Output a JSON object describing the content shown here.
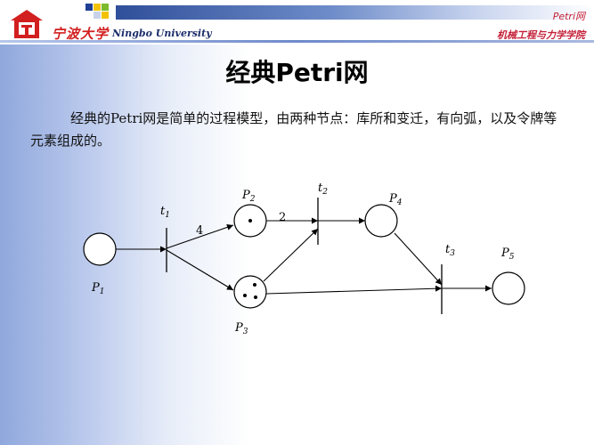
{
  "header": {
    "university_cn": "宁波大学",
    "university_en": "Ningbo University",
    "corner_title": "Petri网",
    "department": "机械工程与力学学院",
    "colors": {
      "band_dark": "#2f4f9a",
      "accent_red": "#c4223a",
      "logo_red": "#d21f1f"
    }
  },
  "slide": {
    "title": "经典Petri网",
    "paragraph": "经典的Petri网是简单的过程模型，由两种节点：库所和变迁，有向弧，以及令牌等元素组成的。"
  },
  "diagram": {
    "places": [
      {
        "id": "P1",
        "base": "P",
        "sub": "1",
        "tokens": 0
      },
      {
        "id": "P2",
        "base": "P",
        "sub": "2",
        "tokens": 1
      },
      {
        "id": "P3",
        "base": "P",
        "sub": "3",
        "tokens": 3
      },
      {
        "id": "P4",
        "base": "P",
        "sub": "4",
        "tokens": 0
      },
      {
        "id": "P5",
        "base": "P",
        "sub": "5",
        "tokens": 0
      }
    ],
    "transitions": [
      {
        "id": "t1",
        "base": "t",
        "sub": "1"
      },
      {
        "id": "t2",
        "base": "t",
        "sub": "2"
      },
      {
        "id": "t3",
        "base": "t",
        "sub": "3"
      }
    ],
    "arcs": [
      {
        "from": "P1",
        "to": "t1",
        "weight": ""
      },
      {
        "from": "t1",
        "to": "P2",
        "weight": "4"
      },
      {
        "from": "t1",
        "to": "P3",
        "weight": ""
      },
      {
        "from": "P2",
        "to": "t2",
        "weight": "2"
      },
      {
        "from": "P3",
        "to": "t2",
        "weight": ""
      },
      {
        "from": "t2",
        "to": "P4",
        "weight": ""
      },
      {
        "from": "P4",
        "to": "t3",
        "weight": ""
      },
      {
        "from": "P3",
        "to": "t3",
        "weight": ""
      },
      {
        "from": "t3",
        "to": "P5",
        "weight": ""
      }
    ]
  }
}
